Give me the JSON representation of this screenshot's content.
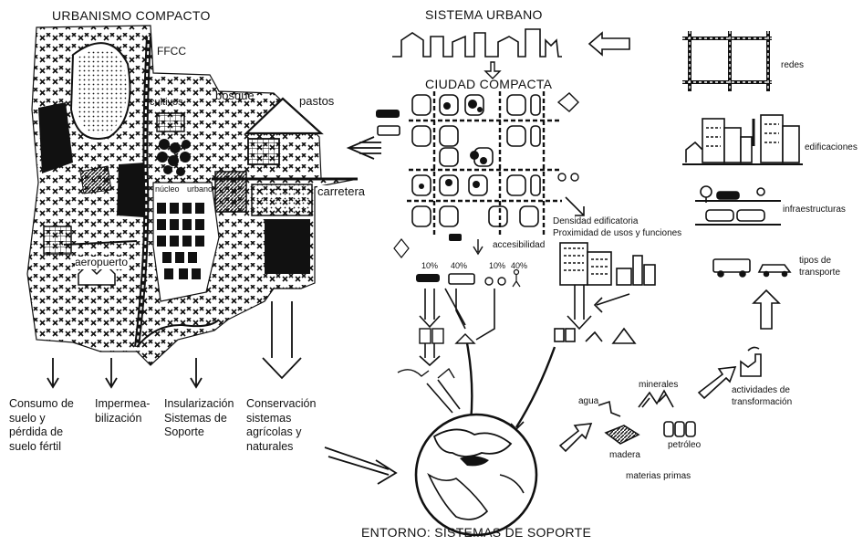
{
  "titles": {
    "urbanismo": "URBANISMO COMPACTO",
    "sistema_urbano": "SISTEMA URBANO",
    "ciudad_compacta": "CIUDAD COMPACTA",
    "entorno": "ENTORNO: SISTEMAS DE SOPORTE"
  },
  "map_labels": {
    "ffcc": "FFCC",
    "cultivos": "cultivos",
    "bosque": "bosque",
    "pastos": "pastos",
    "carretera": "carretera",
    "nucleo": "núcleo",
    "urbano": "urbano",
    "aeropuerto": "aeropuerto"
  },
  "impacts": [
    "Consumo de suelo y pérdida de suelo fértil",
    "Impermea-bilización",
    "Insularización Sistemas de Soporte",
    "Conservación sistemas agrícolas y naturales"
  ],
  "city": {
    "accesibilidad": "accesibilidad",
    "densidad": "Densidad edificatoria",
    "proximidad": "Proximidad de usos y funciones",
    "modal_split": [
      "10%",
      "40%",
      "10%",
      "40%"
    ]
  },
  "systems": {
    "redes": "redes",
    "edificaciones": "edificaciones",
    "infraestructuras": "infraestructuras",
    "tipos_transporte_1": "tipos de",
    "tipos_transporte_2": "transporte",
    "actividades_1": "actividades de",
    "actividades_2": "transformación"
  },
  "resources": {
    "minerales": "minerales",
    "agua": "agua",
    "madera": "madera",
    "petroleo": "petróleo",
    "materias_primas": "materias primas"
  }
}
